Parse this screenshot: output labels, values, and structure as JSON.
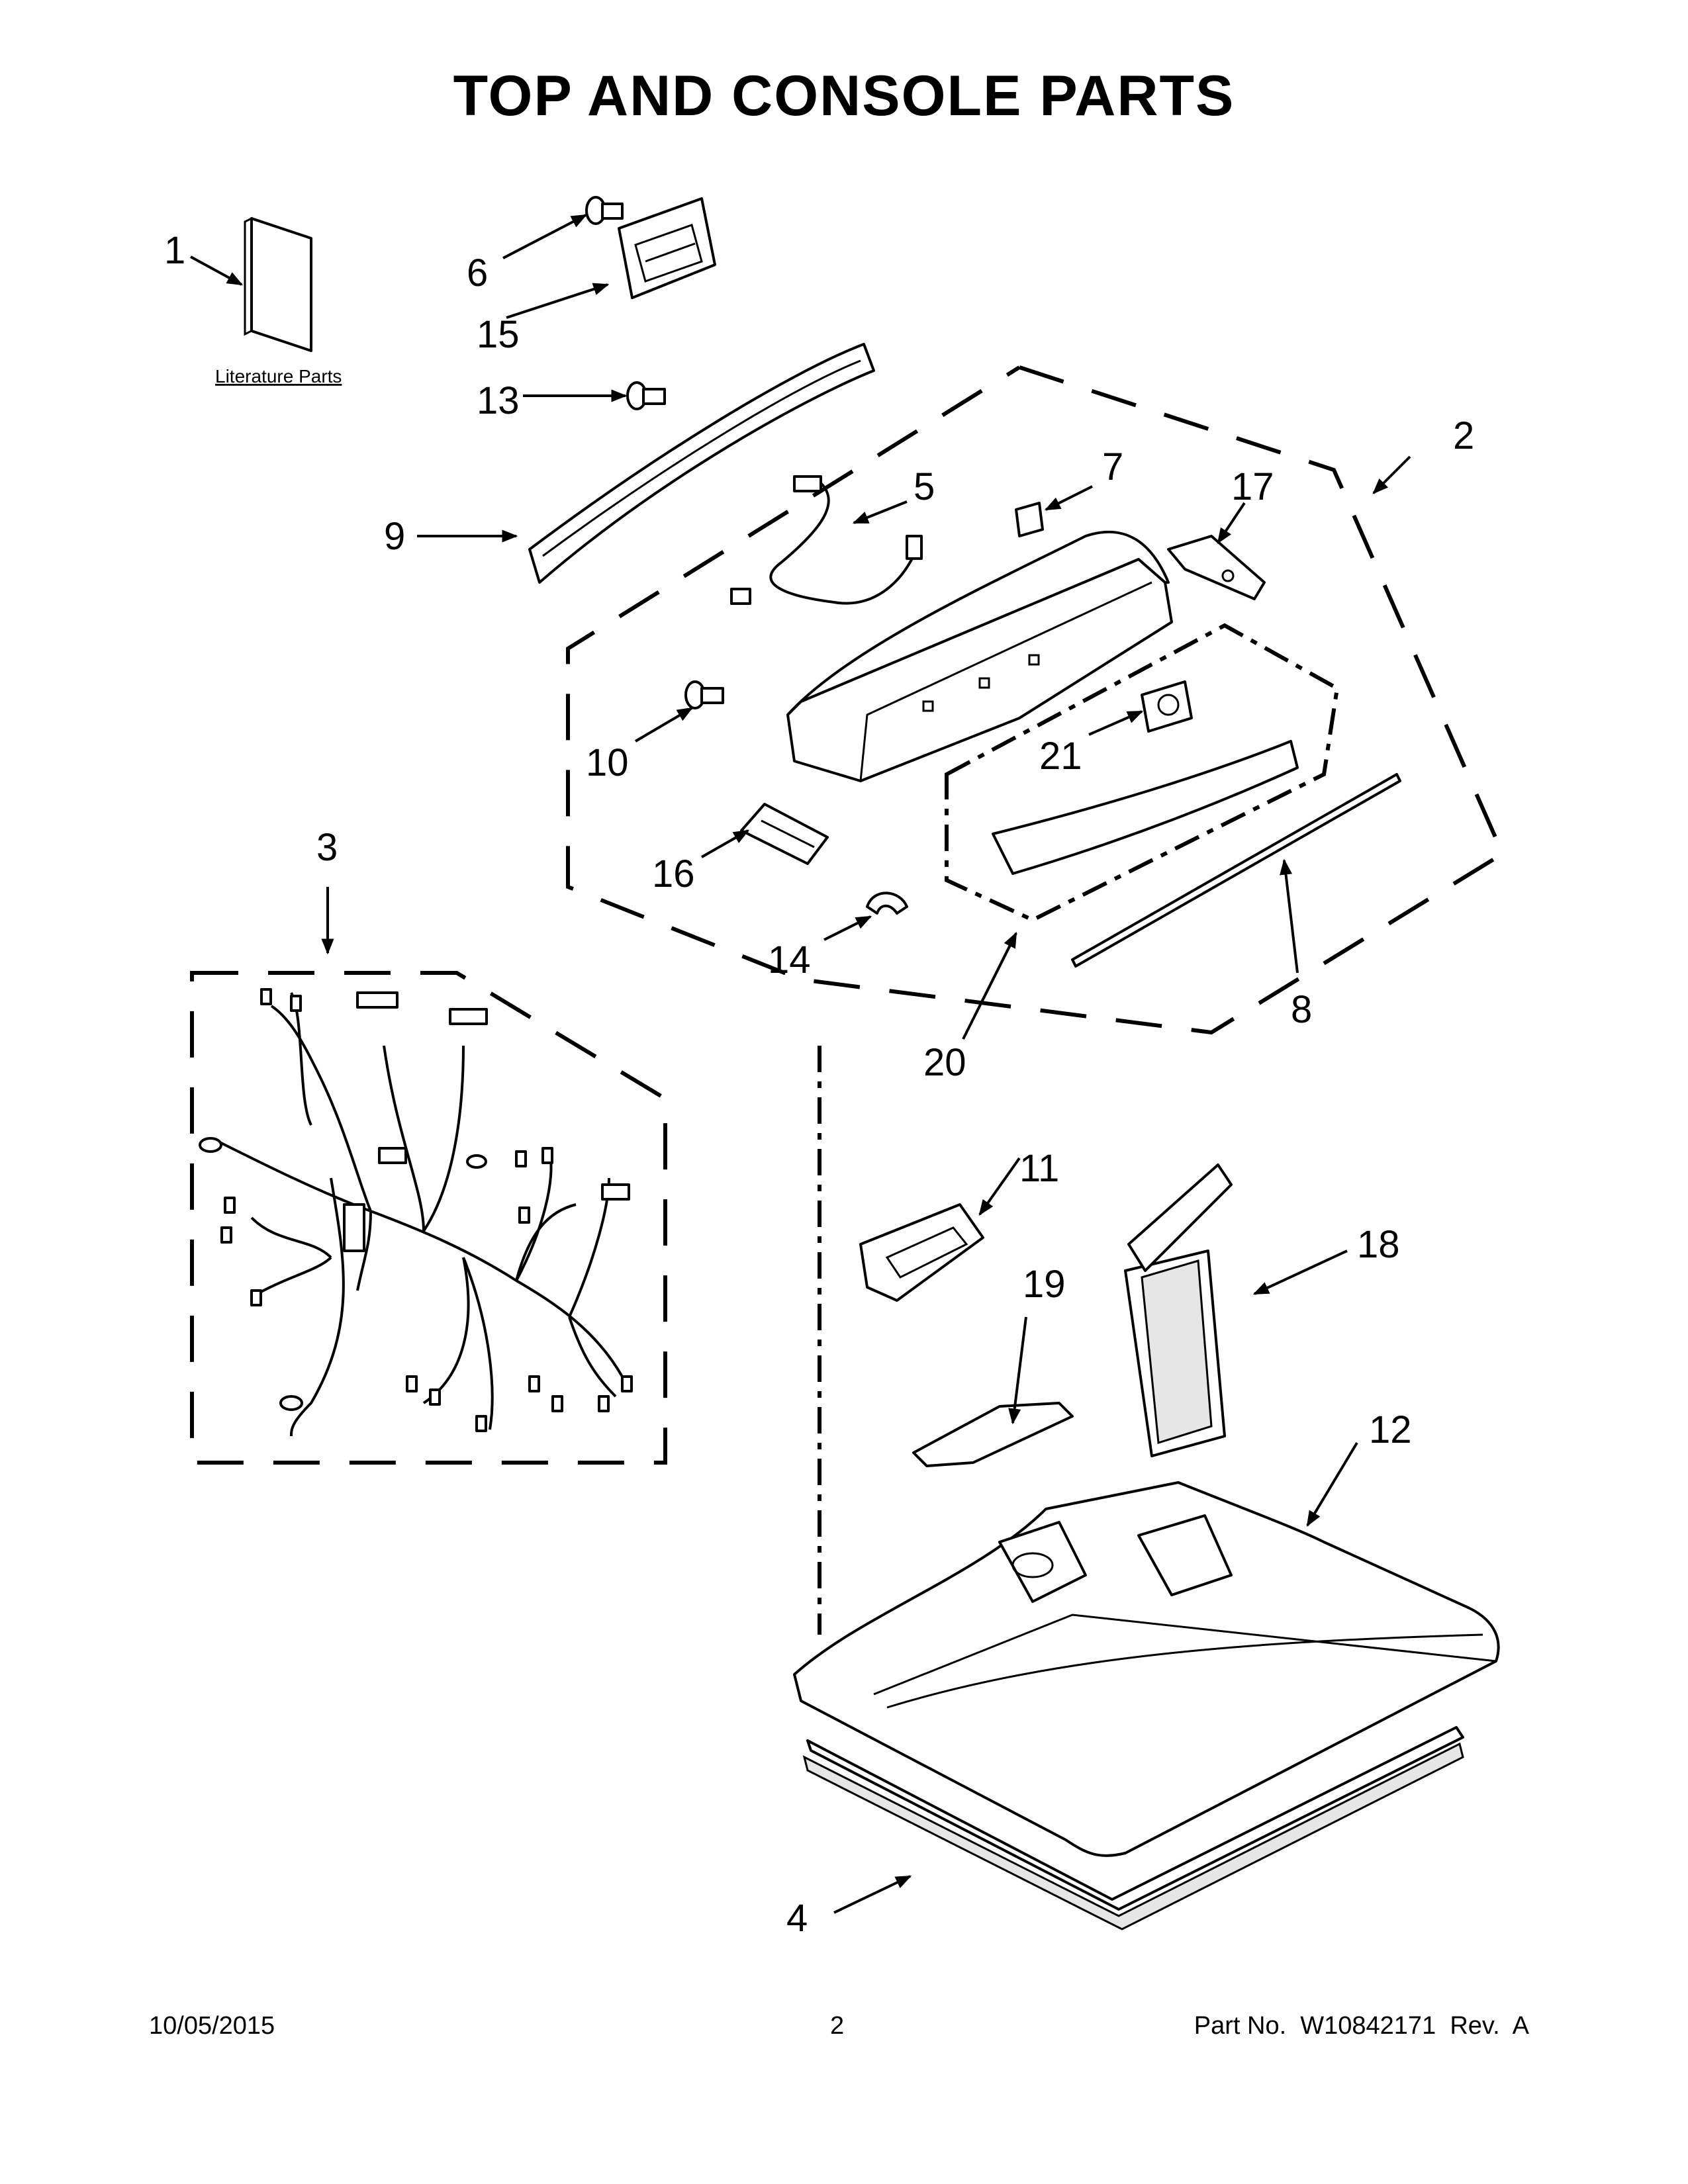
{
  "title": "TOP AND CONSOLE PARTS",
  "literature_label": "Literature Parts",
  "callouts": {
    "c1": "1",
    "c2": "2",
    "c3": "3",
    "c4": "4",
    "c5": "5",
    "c6": "6",
    "c7": "7",
    "c8": "8",
    "c9": "9",
    "c10": "10",
    "c11": "11",
    "c12": "12",
    "c13": "13",
    "c14": "14",
    "c15": "15",
    "c16": "16",
    "c17": "17",
    "c18": "18",
    "c19": "19",
    "c20": "20",
    "c21": "21"
  },
  "footer": {
    "date": "10/05/2015",
    "page": "2",
    "part_no": "Part No.  W10842171  Rev.  A"
  }
}
